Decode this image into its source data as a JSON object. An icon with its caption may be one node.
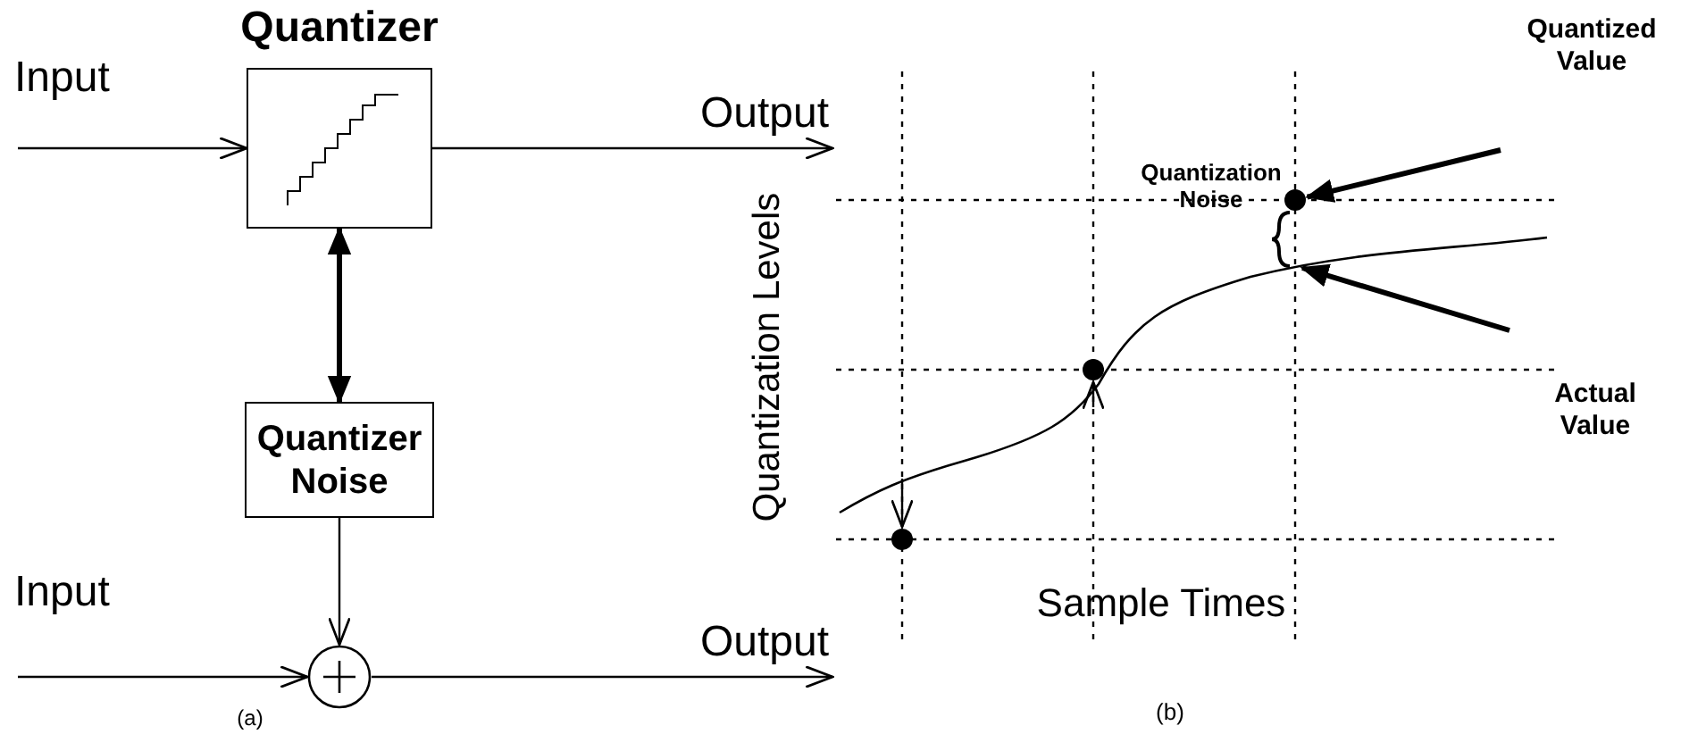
{
  "diagram": {
    "nodes": [
      {
        "text": [
          "Input"
        ]
      },
      {
        "text": [
          "Quantizer"
        ]
      },
      {
        "text": [
          "Output"
        ]
      },
      {
        "text": [
          "Quantizer Noise"
        ]
      },
      {
        "text": [
          "Input"
        ]
      },
      {
        "text": [],
        "shape": "circle"
      },
      {
        "text": [
          "Output"
        ]
      },
      {
        "text": [
          "Quantized Value"
        ]
      },
      {
        "text": [
          "Actual Value"
        ]
      },
      {
        "text": [],
        "shape": "circle"
      },
      {
        "text": [],
        "shape": "circle"
      },
      {
        "text": [],
        "shape": "circle"
      }
    ],
    "edges": [
      {
        "from": 0,
        "to": 1,
        "arrow": "to"
      },
      {
        "from": 1,
        "to": 2,
        "arrow": "to"
      },
      {
        "from": 1,
        "to": 3,
        "arrow": "both",
        "style": "thick"
      },
      {
        "from": 3,
        "to": 5,
        "arrow": "to"
      },
      {
        "from": 4,
        "to": 5,
        "arrow": "to"
      },
      {
        "from": 5,
        "to": 6,
        "arrow": "to"
      },
      {
        "from": 7,
        "to": 11,
        "arrow": "to",
        "style": "thick"
      },
      {
        "from": 8,
        "to": null,
        "arrow": "to",
        "style": "thick"
      },
      {
        "from": null,
        "to": 9,
        "arrow": "to"
      },
      {
        "from": null,
        "to": 10,
        "arrow": "to"
      }
    ],
    "labels": [
      "(a)",
      "Quantization Noise",
      "Quantization Levels",
      "Sample Times",
      "(b)"
    ]
  }
}
